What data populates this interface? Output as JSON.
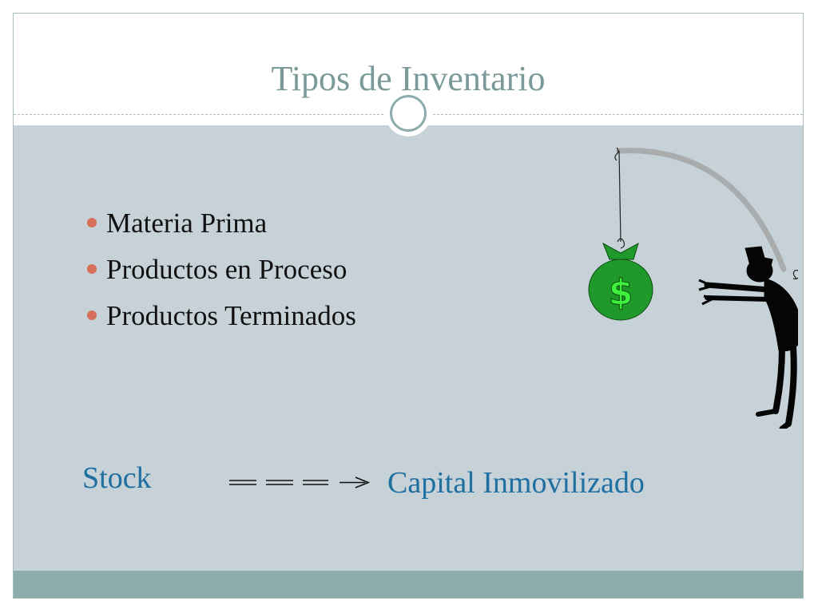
{
  "slide": {
    "title": "Tipos de Inventario",
    "bullets": [
      "Materia Prima",
      "Productos en Proceso",
      "Productos Terminados"
    ],
    "stock_label": "Stock",
    "capital_label": "Capital Inmovilizado",
    "money_symbol": "$"
  },
  "colors": {
    "title": "#7a9a9a",
    "content_background": "#c6d1d8",
    "footer_bar": "#8dadad",
    "bullet_dot": "#d6705a",
    "link_text": "#1f6fa0",
    "money_bag": "#1f9a2a",
    "dollar_sign": "#3cf03c"
  },
  "icons": [
    "circle-ornament",
    "bullet-dot",
    "dashed-arrow",
    "money-bag-icon",
    "stick-figure-icon",
    "fishing-rod-icon"
  ]
}
